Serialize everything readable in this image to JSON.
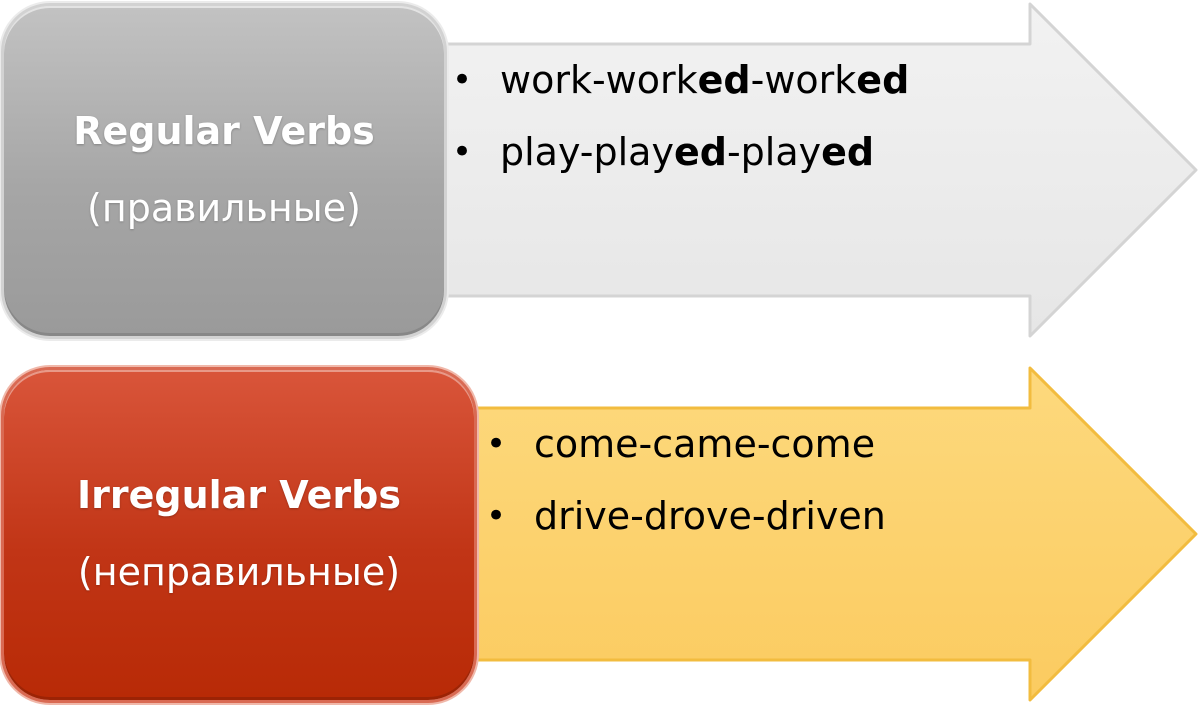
{
  "regular": {
    "title": "Regular Verbs",
    "subtitle": "(правильные)",
    "examples": [
      {
        "parts": [
          "work-work",
          "ed",
          "-work",
          "ed"
        ]
      },
      {
        "parts": [
          "play-play",
          "ed",
          "-play",
          "ed"
        ]
      }
    ],
    "box_color": "#a6a6a6",
    "arrow_color": "#ebebeb"
  },
  "irregular": {
    "title": "Irregular Verbs",
    "subtitle": "(неправильные)",
    "examples": [
      {
        "text": "come-came-come"
      },
      {
        "text": "drive-drove-driven"
      }
    ],
    "box_color": "#c13516",
    "arrow_color": "#fcd171"
  },
  "bullet_glyph": "•"
}
